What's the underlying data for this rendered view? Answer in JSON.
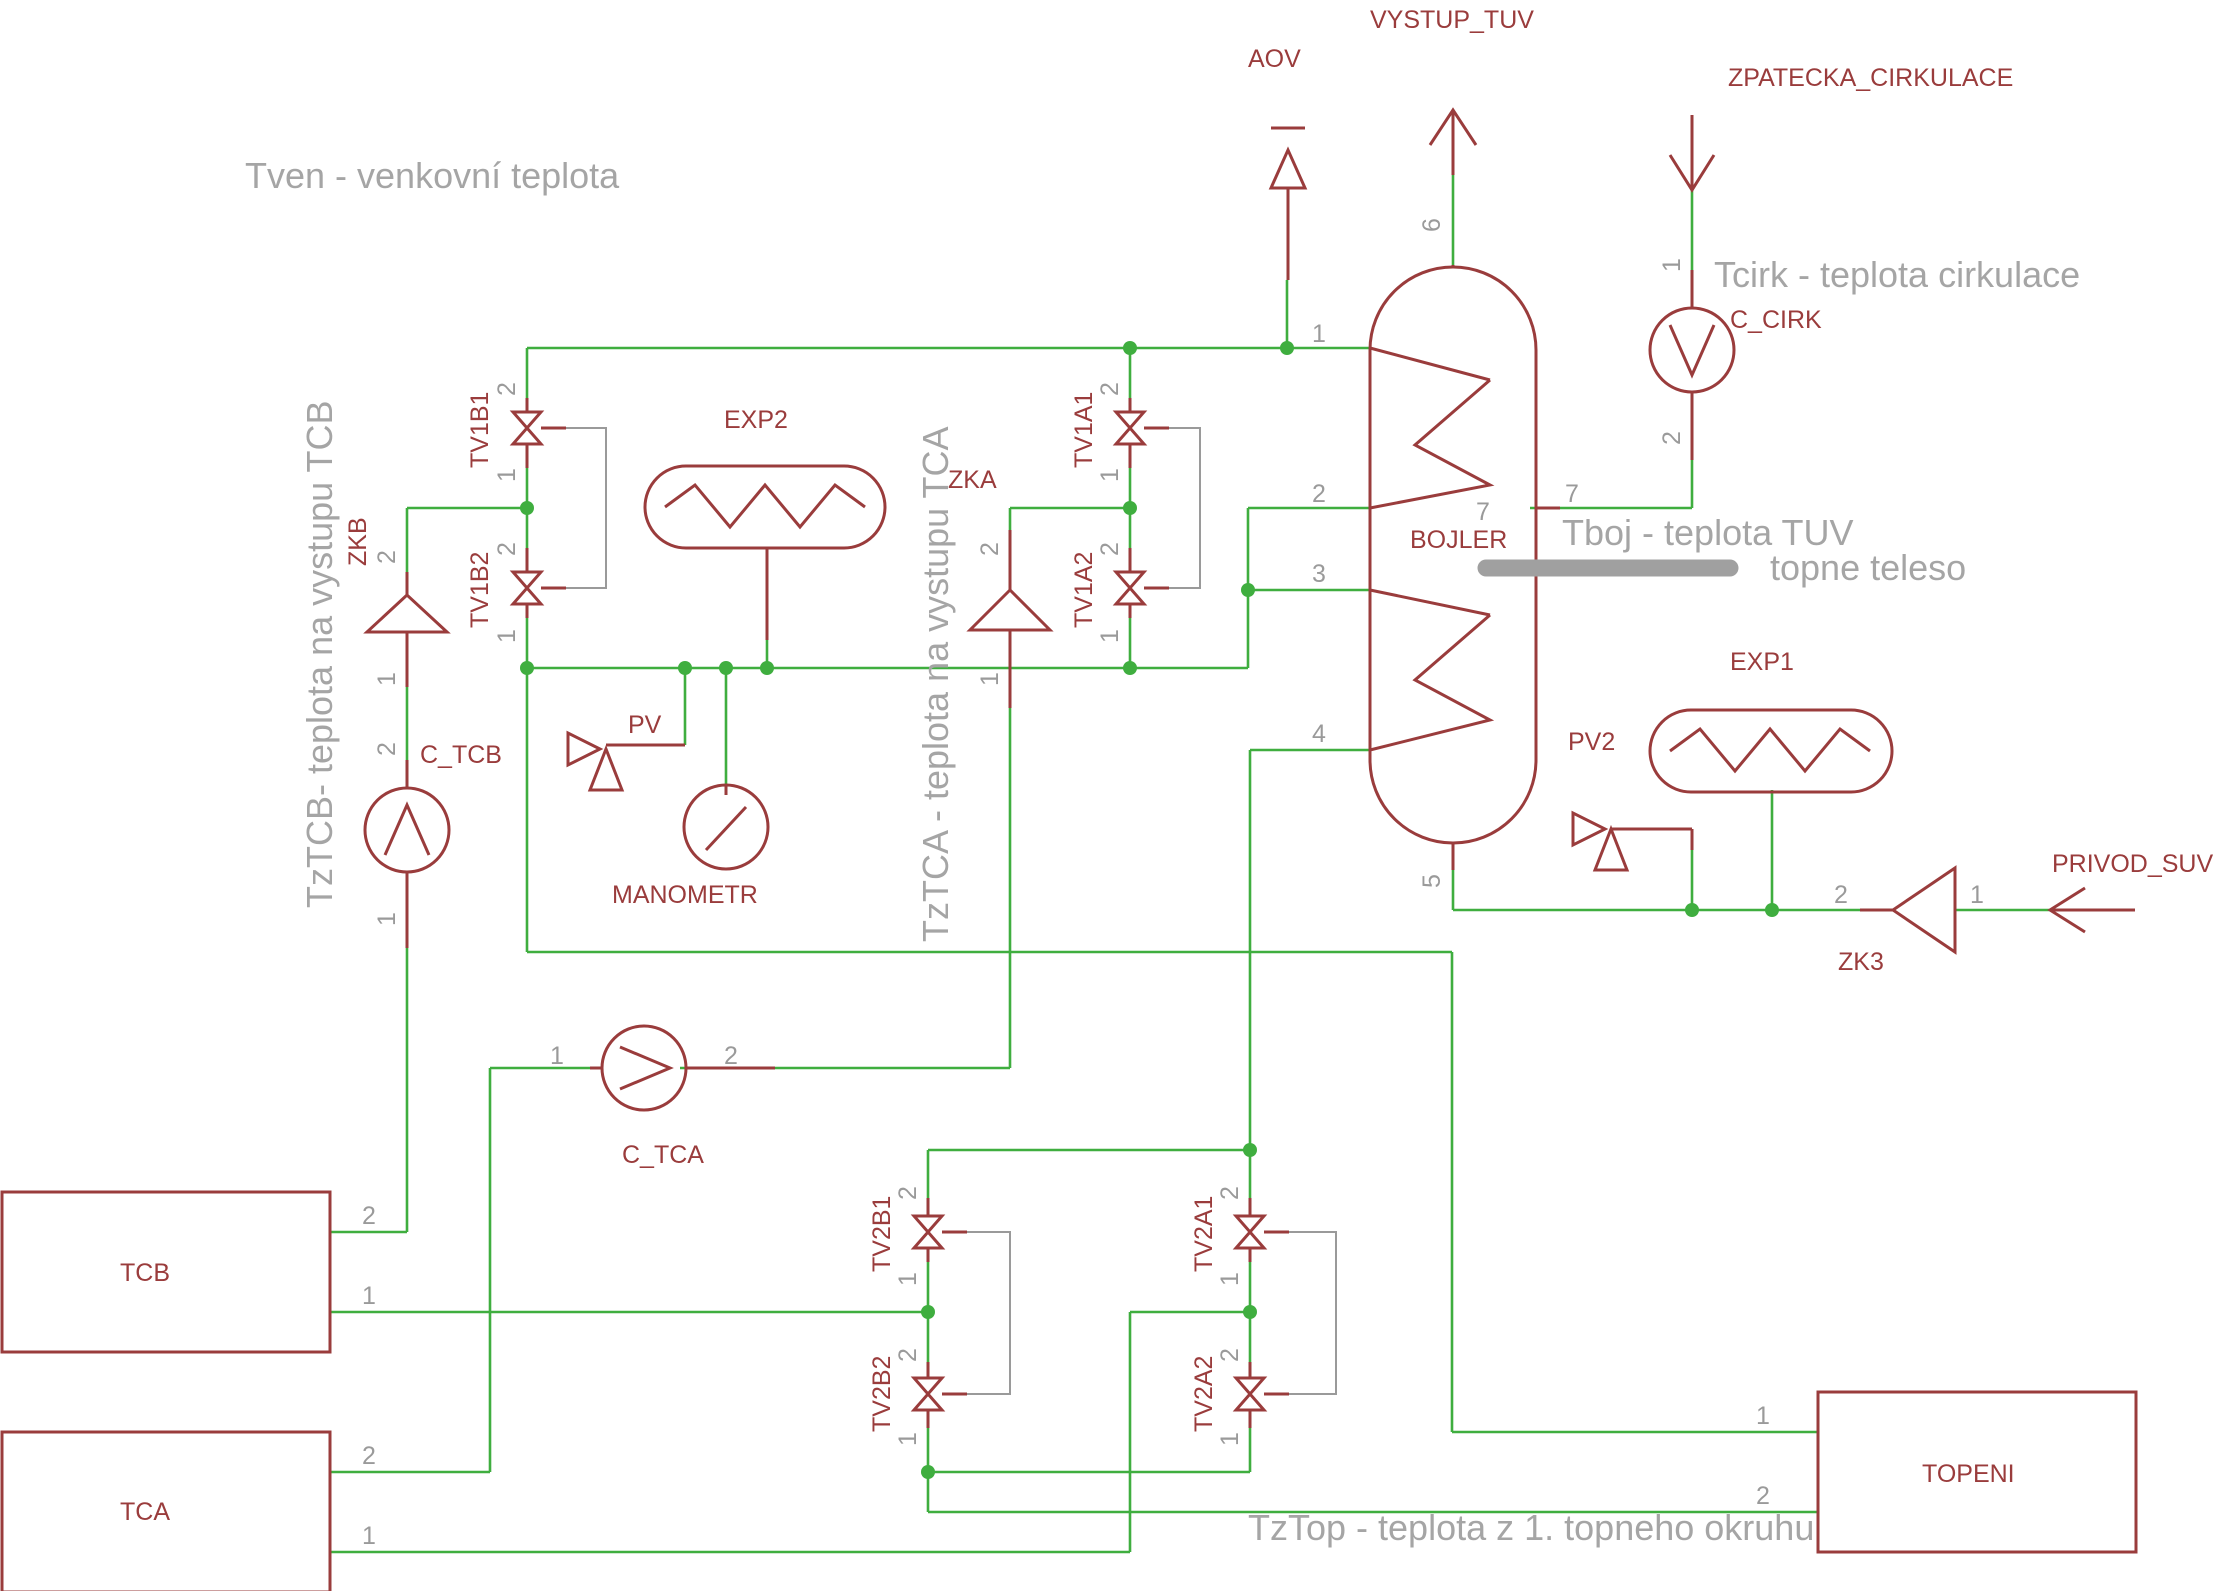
{
  "colors": {
    "wire": "#3fae3f",
    "symbol": "#9a3c3c",
    "pin_number": "#9a9a9a",
    "note": "#a5a5a5"
  },
  "notes": {
    "tven": "Tven - venkovní teplota",
    "tcirk": "Tcirk - teplota cirkulace",
    "tboj": "Tboj - teplota TUV",
    "topne_teleso": "topne teleso",
    "tztcb": "TzTCB- teplota na vystupu TCB",
    "tztca": "TzTCA - teplota na vystupu TCA",
    "tztop": "TzTop - teplota z 1. topneho okruhu"
  },
  "ports": {
    "aov": "AOV",
    "vystup_tuv": "VYSTUP_TUV",
    "zpatecka_cirkulace": "ZPATECKA_CIRKULACE",
    "privod_suv": "PRIVOD_SUV"
  },
  "components": {
    "bojler": "BOJLER",
    "exp1": "EXP1",
    "exp2": "EXP2",
    "c_cirk": "C_CIRK",
    "c_tcb": "C_TCB",
    "c_tca": "C_TCA",
    "zkb": "ZKB",
    "zka": "ZKA",
    "zk3": "ZK3",
    "pv": "PV",
    "pv2": "PV2",
    "manometr": "MANOMETR",
    "tv1b1": "TV1B1",
    "tv1b2": "TV1B2",
    "tv1a1": "TV1A1",
    "tv1a2": "TV1A2",
    "tv2b1": "TV2B1",
    "tv2b2": "TV2B2",
    "tv2a1": "TV2A1",
    "tv2a2": "TV2A2",
    "tcb": "TCB",
    "tca": "TCA",
    "topeni": "TOPENI"
  },
  "pins": {
    "p1": "1",
    "p2": "2",
    "p3": "3",
    "p4": "4",
    "p5": "5",
    "p6": "6",
    "p7": "7"
  }
}
